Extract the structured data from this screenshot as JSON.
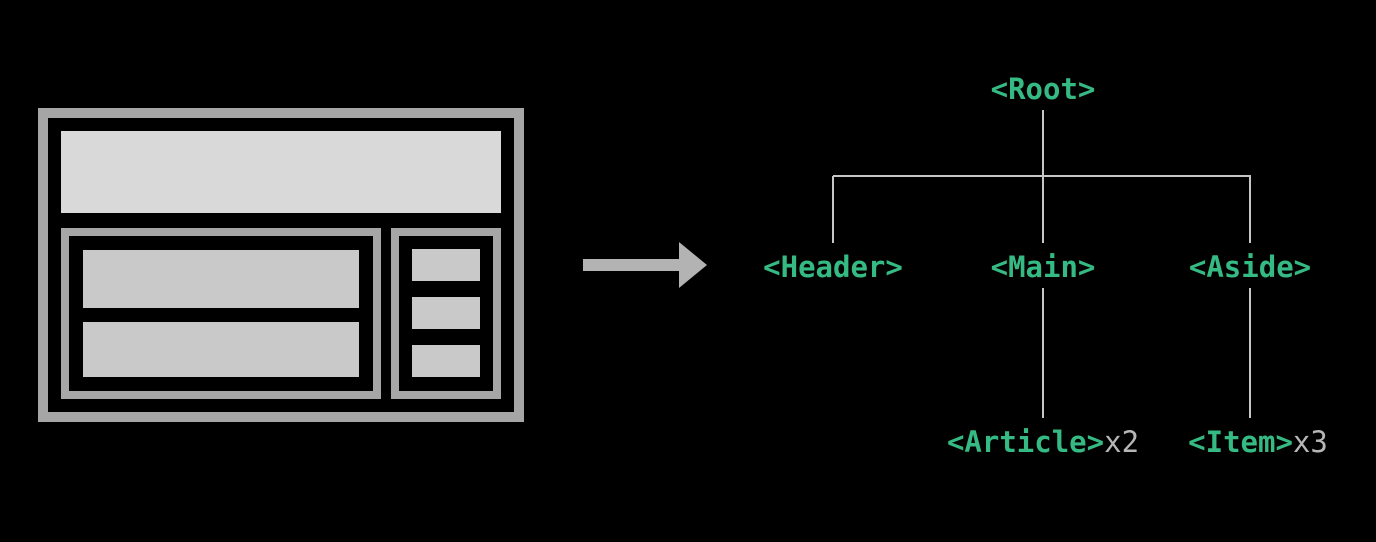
{
  "colors": {
    "green": "#35ba84",
    "gray_text": "#b6b6b6",
    "line": "#c6c6c6",
    "wire_border": "#a6a6a6",
    "wire_fill_light": "#d9d9d9",
    "wire_fill_mid": "#c9c9c9",
    "arrow": "#b3b3b3",
    "background": "#000000"
  },
  "tree": {
    "root": {
      "label": "<Root>"
    },
    "children": [
      {
        "label": "<Header>"
      },
      {
        "label": "<Main>"
      },
      {
        "label": "<Aside>"
      }
    ],
    "leaves": [
      {
        "label": "<Article>",
        "count": "x2"
      },
      {
        "label": "<Item>",
        "count": "x3"
      }
    ]
  }
}
